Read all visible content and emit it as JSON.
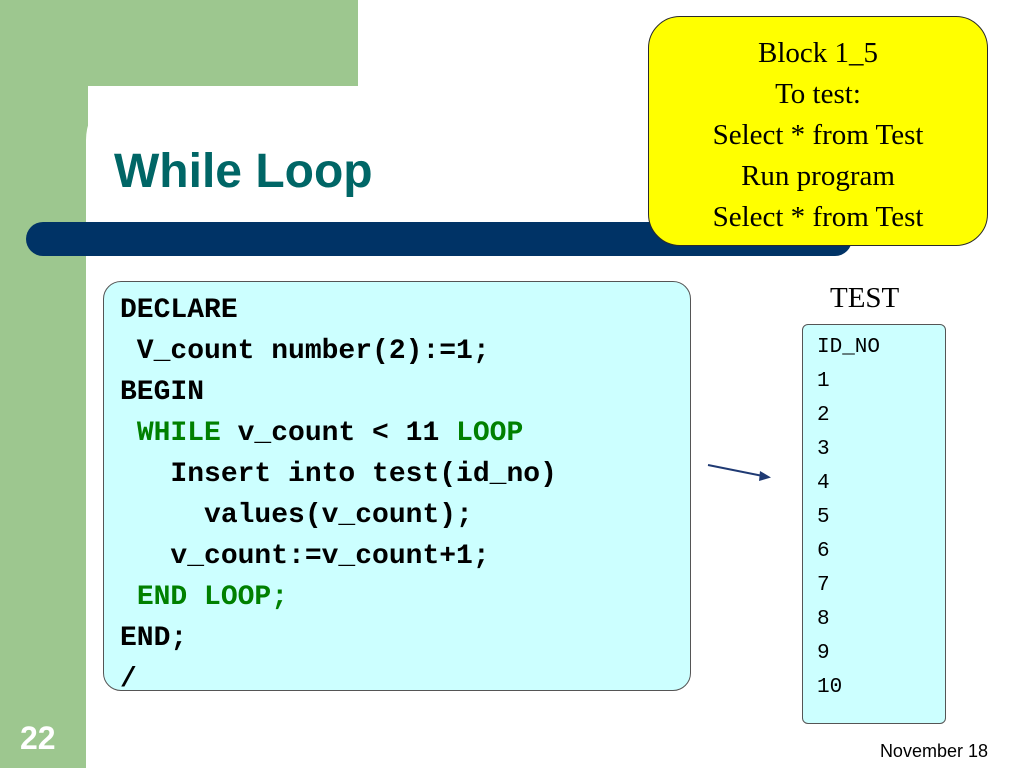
{
  "slide": {
    "title": "While Loop",
    "number": "22",
    "footer_date": "November 18"
  },
  "callout": {
    "lines": [
      "Block 1_5",
      "To test:",
      "Select * from Test",
      "Run program",
      "Select * from Test"
    ]
  },
  "code": {
    "lines": [
      [
        {
          "t": "DECLARE",
          "k": false
        }
      ],
      [
        {
          "t": " V_count number(2):=1;",
          "k": false
        }
      ],
      [
        {
          "t": "BEGIN",
          "k": false
        }
      ],
      [
        {
          "t": " ",
          "k": false
        },
        {
          "t": "WHILE",
          "k": true
        },
        {
          "t": " v_count < 11 ",
          "k": false
        },
        {
          "t": "LOOP",
          "k": true
        }
      ],
      [
        {
          "t": "   Insert into test(id_no)",
          "k": false
        }
      ],
      [
        {
          "t": "     values(v_count);",
          "k": false
        }
      ],
      [
        {
          "t": "   v_count:=v_count+1;",
          "k": false
        }
      ],
      [
        {
          "t": " ",
          "k": false
        },
        {
          "t": "END LOOP;",
          "k": true
        }
      ],
      [
        {
          "t": "END;",
          "k": false
        }
      ],
      [
        {
          "t": "/",
          "k": false
        }
      ]
    ]
  },
  "table": {
    "title": "TEST",
    "header": "ID_NO",
    "rows": [
      "1",
      "2",
      "3",
      "4",
      "5",
      "6",
      "7",
      "8",
      "9",
      "10"
    ]
  },
  "colors": {
    "title": "#006666",
    "keyword": "#008000",
    "code_bg": "#ccffff",
    "callout_bg": "#ffff00",
    "side_band": "#9dc78f",
    "title_bar": "#003366"
  }
}
